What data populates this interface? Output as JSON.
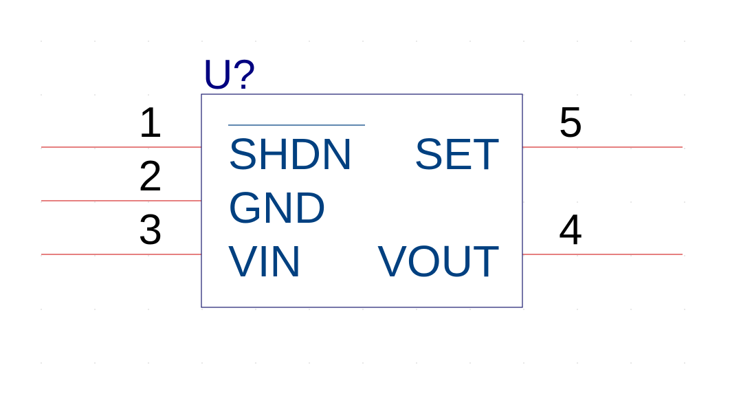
{
  "component": {
    "reference": "U?",
    "colors": {
      "outline": "#1a1a6e",
      "pin_wire": "#cc0000",
      "pin_label": "#004080",
      "pin_number": "#000000",
      "reference": "#000080"
    },
    "pins": [
      {
        "number": "1",
        "name": "SHDN",
        "side": "left",
        "active_low": true
      },
      {
        "number": "2",
        "name": "GND",
        "side": "left",
        "active_low": false
      },
      {
        "number": "3",
        "name": "VIN",
        "side": "left",
        "active_low": false
      },
      {
        "number": "5",
        "name": "SET",
        "side": "right",
        "active_low": false
      },
      {
        "number": "4",
        "name": "VOUT",
        "side": "right",
        "active_low": false
      }
    ]
  }
}
